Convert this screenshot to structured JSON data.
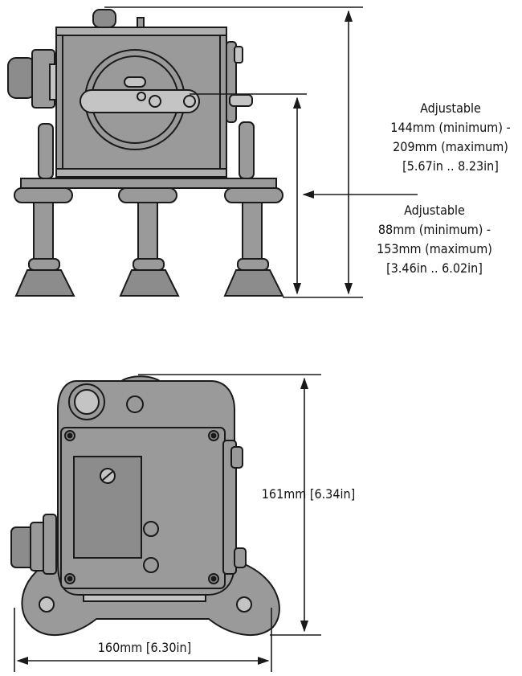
{
  "colors": {
    "body_fill": "#9a9a9a",
    "light_fill": "#c4c4c4",
    "panel_fill": "#8c8c8c",
    "outline": "#1a1a1a",
    "dimension_line": "#1a1a1a"
  },
  "side_view": {
    "dim_total": {
      "line1": "Adjustable",
      "line2": "144mm (minimum) -",
      "line3": "209mm (maximum)",
      "line4": "[5.67in .. 8.23in]"
    },
    "dim_lower": {
      "line1": "Adjustable",
      "line2": "88mm (minimum) -",
      "line3": "153mm (maximum)",
      "line4": "[3.46in .. 6.02in]"
    }
  },
  "top_view": {
    "dim_height": "161mm [6.34in]",
    "dim_width": "160mm [6.30in]"
  }
}
